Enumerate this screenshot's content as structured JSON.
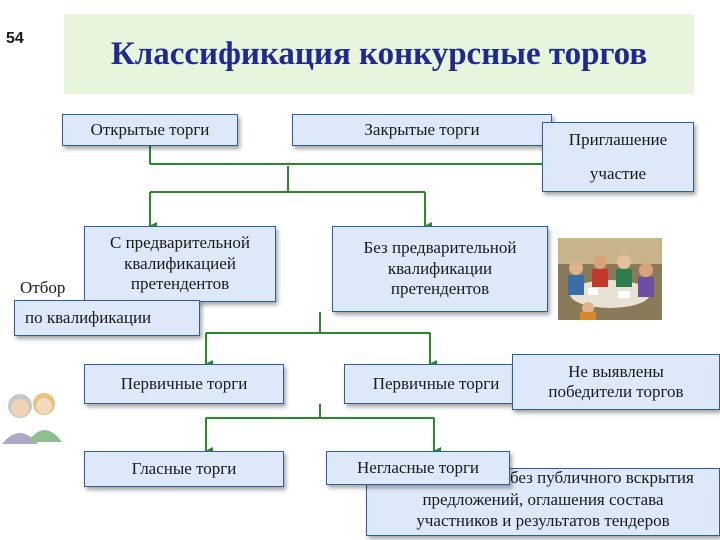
{
  "slide": {
    "number": "54",
    "title": "Классификация конкурсные торгов"
  },
  "diagram": {
    "open_tenders": "Открытые торги",
    "closed_tenders": "Закрытые торги",
    "invitation": "Приглашение",
    "participation": "участие",
    "with_prequal_line1": "С предварительной",
    "with_prequal_line2": "квалификацией",
    "with_prequal_line3": "претендентов",
    "selection": "Отбор",
    "by_qualification": "по квалификации",
    "without_prequal_line1": "Без предварительной",
    "without_prequal_line2": "квалификации",
    "without_prequal_line3": "претендентов",
    "primary_left": "Первичные торги",
    "primary_right": "Первичные торги",
    "no_winners_line1": "Не выявлены",
    "no_winners_line2": "победители торгов",
    "public_tenders": "Гласные торги",
    "nonpublic_tenders": "Негласные торги",
    "note_line1": "без публичного вскрытия",
    "note_line2": "предложений, оглашения состава",
    "note_line3": "участников и результатов тендеров"
  },
  "colors": {
    "title_band": "#e6f5dc",
    "title_text": "#1f2a8c",
    "box_fill": "#dde9f8",
    "box_border": "#2f5f9a",
    "connector": "#2a8a2a"
  },
  "illustrations": [
    "people-meeting-clipart",
    "two-people-clipart"
  ]
}
